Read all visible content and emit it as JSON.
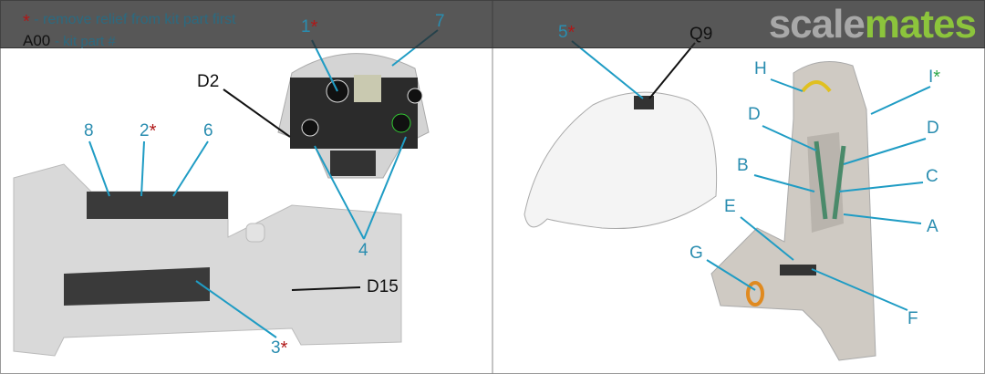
{
  "legend": {
    "star_symbol": "*",
    "star_text": "- remove relief from kit part first",
    "part_code": "A00",
    "part_text": "- kit part #"
  },
  "watermark": {
    "part1": "scale",
    "part2": "mates"
  },
  "left_panel": {
    "labels": [
      {
        "text": "1",
        "star": true,
        "kind": "pe"
      },
      {
        "text": "7",
        "star": false,
        "kind": "pe"
      },
      {
        "text": "D2",
        "star": false,
        "kind": "kit"
      },
      {
        "text": "8",
        "star": false,
        "kind": "pe"
      },
      {
        "text": "2",
        "star": true,
        "kind": "pe"
      },
      {
        "text": "6",
        "star": false,
        "kind": "pe"
      },
      {
        "text": "4",
        "star": false,
        "kind": "pe"
      },
      {
        "text": "D15",
        "star": false,
        "kind": "kit"
      },
      {
        "text": "3",
        "star": true,
        "kind": "pe"
      }
    ]
  },
  "right_panel": {
    "labels": [
      {
        "text": "5",
        "star": true,
        "kind": "pe"
      },
      {
        "text": "Q9",
        "star": false,
        "kind": "kit"
      },
      {
        "text": "H",
        "star": false,
        "kind": "pe"
      },
      {
        "text": "I",
        "star": true,
        "kind": "pe"
      },
      {
        "text": "D",
        "star": false,
        "kind": "pe"
      },
      {
        "text": "D",
        "star": false,
        "kind": "pe"
      },
      {
        "text": "B",
        "star": false,
        "kind": "pe"
      },
      {
        "text": "C",
        "star": false,
        "kind": "pe"
      },
      {
        "text": "E",
        "star": false,
        "kind": "pe"
      },
      {
        "text": "A",
        "star": false,
        "kind": "pe"
      },
      {
        "text": "G",
        "star": false,
        "kind": "pe"
      },
      {
        "text": "F",
        "star": false,
        "kind": "pe"
      }
    ]
  },
  "colors": {
    "pe": "#2a8db0",
    "kit": "#111111",
    "star": "#b01818",
    "star_green": "#2fa84a"
  }
}
